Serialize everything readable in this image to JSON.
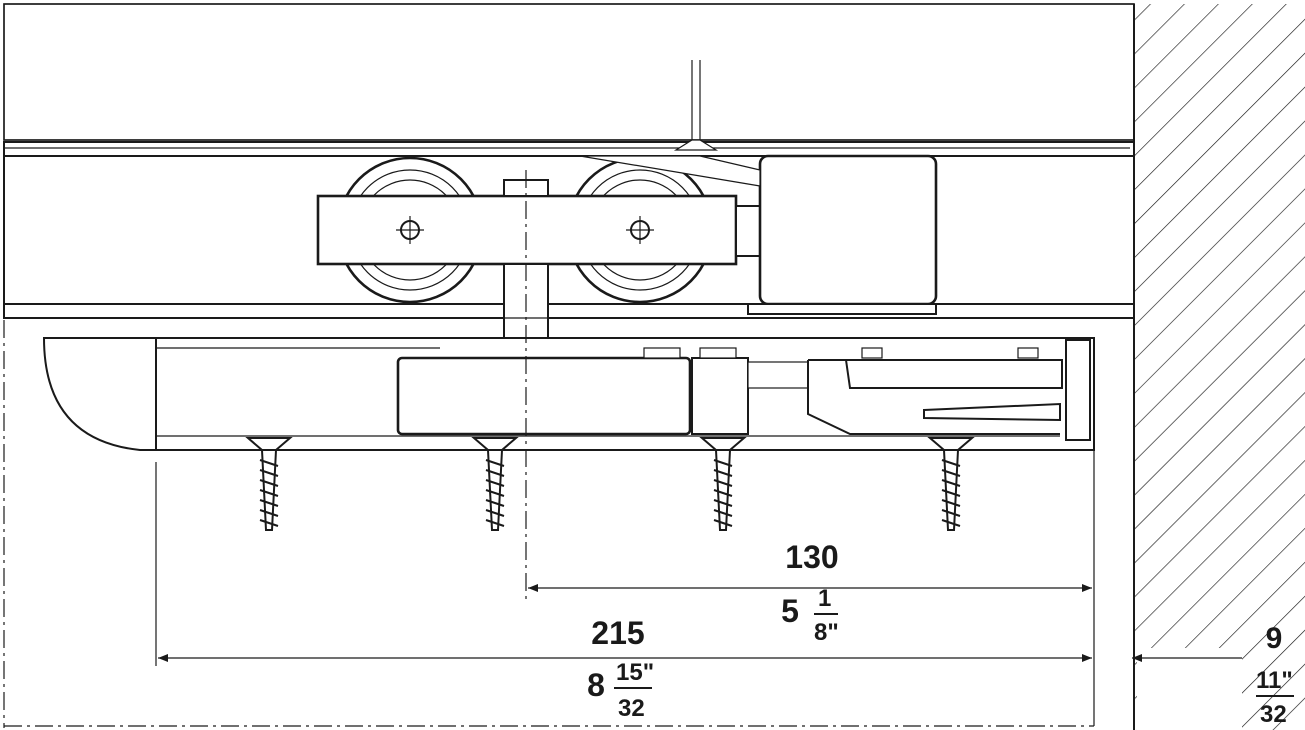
{
  "dimensions": {
    "spacing": {
      "metric": "130",
      "whole": "5",
      "numerator": "1",
      "denominator": "8\""
    },
    "overall": {
      "metric": "215",
      "whole": "8",
      "numerator": "15\"",
      "denominator": "32"
    },
    "gap": {
      "metric": "9",
      "numerator": "11\"",
      "denominator": "32"
    }
  }
}
